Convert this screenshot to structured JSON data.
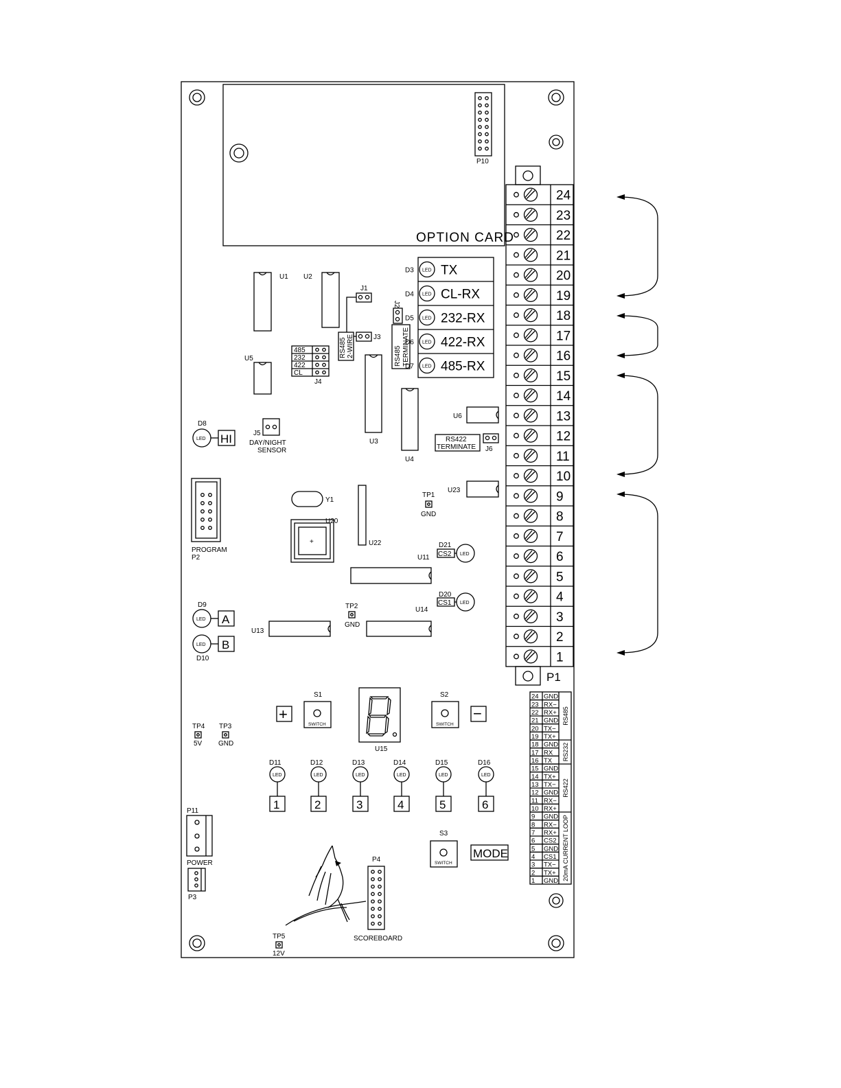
{
  "board": {
    "option_card": "OPTION CARD",
    "p10": "P10",
    "p1": "P1",
    "u1": "U1",
    "u2": "U2",
    "u3": "U3",
    "u4": "U4",
    "u5": "U5",
    "u6": "U6",
    "u11": "U11",
    "u13": "U13",
    "u14": "U14",
    "u15": "U15",
    "u20": "U20",
    "u22": "U22",
    "u23": "U23",
    "y1": "Y1",
    "j1": "J1",
    "j2": "J2",
    "j3": "J3",
    "j4": "J4",
    "j5": "J5",
    "j6": "J6",
    "rs485_2wire_a": "RS485",
    "rs485_2wire_b": "2-WIRE",
    "rs485_term_a": "RS485",
    "rs485_term_b": "TERMINATE",
    "rs422_term_a": "RS422",
    "rs422_term_b": "TERMINATE",
    "j4_rows": [
      "485",
      "232",
      "422",
      "CL"
    ],
    "day_night_a": "DAY/NIGHT",
    "day_night_b": "SENSOR",
    "d8": "D8",
    "hi": "HI",
    "program_a": "PROGRAM",
    "program_b": "P2",
    "tp1": "TP1",
    "tp1_gnd": "GND",
    "tp2": "TP2",
    "tp2_gnd": "GND",
    "tp3": "TP3",
    "tp3_gnd": "GND",
    "tp4": "TP4",
    "tp4_v": "5V",
    "tp5": "TP5",
    "tp5_v": "12V",
    "d9": "D9",
    "d10": "D10",
    "a": "A",
    "b": "B",
    "d20": "D20",
    "cs1": "CS1",
    "d21": "D21",
    "cs2": "CS2",
    "led": "LED",
    "s1": "S1",
    "s2": "S2",
    "s3": "S3",
    "switch": "SWITCH",
    "plus": "+",
    "minus": "−",
    "mode": "MODE",
    "p11": "P11",
    "power": "POWER",
    "p3": "P3",
    "p4": "P4",
    "scoreboard": "SCOREBOARD"
  },
  "status_leds": [
    {
      "ref": "D3",
      "label": "TX"
    },
    {
      "ref": "D4",
      "label": "CL-RX"
    },
    {
      "ref": "D5",
      "label": "232-RX"
    },
    {
      "ref": "D6",
      "label": "422-RX"
    },
    {
      "ref": "D7",
      "label": "485-RX"
    }
  ],
  "lower_leds": [
    {
      "ref": "D11",
      "num": "1"
    },
    {
      "ref": "D12",
      "num": "2"
    },
    {
      "ref": "D13",
      "num": "3"
    },
    {
      "ref": "D14",
      "num": "4"
    },
    {
      "ref": "D15",
      "num": "5"
    },
    {
      "ref": "D16",
      "num": "6"
    }
  ],
  "terminals": [
    "24",
    "23",
    "22",
    "21",
    "20",
    "19",
    "18",
    "17",
    "16",
    "15",
    "14",
    "13",
    "12",
    "11",
    "10",
    "9",
    "8",
    "7",
    "6",
    "5",
    "4",
    "3",
    "2",
    "1"
  ],
  "pinout": [
    {
      "pin": "24",
      "signal": "GND"
    },
    {
      "pin": "23",
      "signal": "RX−"
    },
    {
      "pin": "22",
      "signal": "RX+"
    },
    {
      "pin": "21",
      "signal": "GND"
    },
    {
      "pin": "20",
      "signal": "TX−"
    },
    {
      "pin": "19",
      "signal": "TX+"
    },
    {
      "pin": "18",
      "signal": "GND"
    },
    {
      "pin": "17",
      "signal": "RX"
    },
    {
      "pin": "16",
      "signal": "TX"
    },
    {
      "pin": "15",
      "signal": "GND"
    },
    {
      "pin": "14",
      "signal": "TX+"
    },
    {
      "pin": "13",
      "signal": "TX−"
    },
    {
      "pin": "12",
      "signal": "GND"
    },
    {
      "pin": "11",
      "signal": "RX−"
    },
    {
      "pin": "10",
      "signal": "RX+"
    },
    {
      "pin": "9",
      "signal": "GND"
    },
    {
      "pin": "8",
      "signal": "RX−"
    },
    {
      "pin": "7",
      "signal": "RX+"
    },
    {
      "pin": "6",
      "signal": "CS2"
    },
    {
      "pin": "5",
      "signal": "GND"
    },
    {
      "pin": "4",
      "signal": "CS1"
    },
    {
      "pin": "3",
      "signal": "TX−"
    },
    {
      "pin": "2",
      "signal": "TX+"
    },
    {
      "pin": "1",
      "signal": "GND"
    }
  ],
  "pinout_groups": [
    "RS485",
    "RS232",
    "RS422",
    "20mA CURRENT LOOP"
  ]
}
